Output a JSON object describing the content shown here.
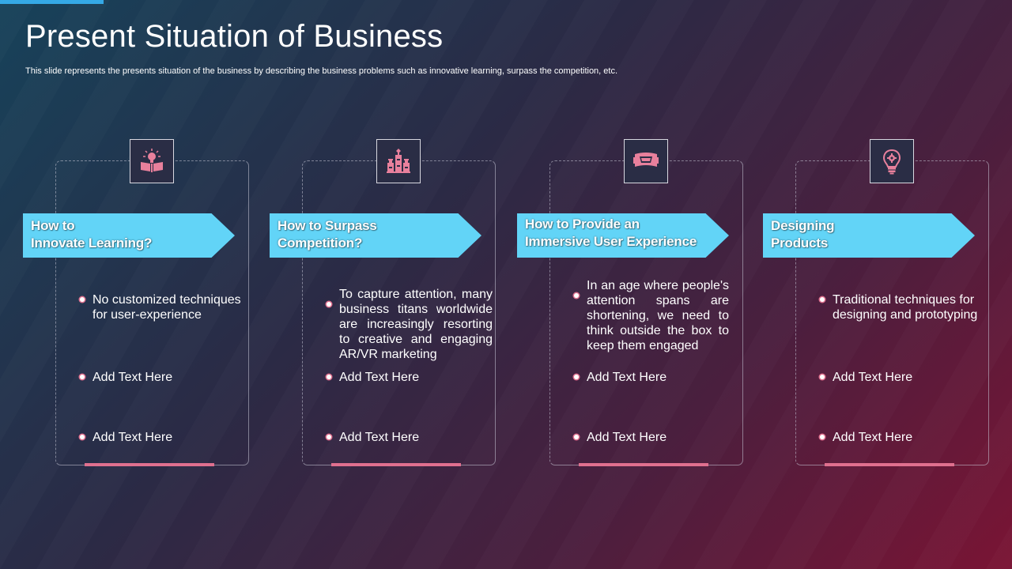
{
  "slide": {
    "title": "Present Situation of Business",
    "subtitle": "This slide represents the presents situation of the business by describing the business problems such as innovative learning, surpass the competition, etc."
  },
  "colors": {
    "accent_blue": "#62d4f7",
    "accent_pink": "#e0708f",
    "top_bar": "#35a9e6"
  },
  "cards": [
    {
      "icon": "book-lightbulb-icon",
      "heading": "How to\nInnovate Learning?",
      "main_text": "No customized techniques for user-experience",
      "extra": [
        "Add Text Here",
        "Add Text Here"
      ]
    },
    {
      "icon": "chess-pieces-icon",
      "heading": "How to Surpass\nCompetition?",
      "main_text": "To capture attention, many business titans worldwide are increasingly resorting to creative and engaging AR/VR marketing",
      "extra": [
        "Add Text Here",
        "Add Text Here"
      ]
    },
    {
      "icon": "vr-headset-icon",
      "heading": "How to Provide an\nImmersive User Experience",
      "main_text": "In an age where people's attention spans are shortening, we need to think outside the box to keep them engaged",
      "extra": [
        "Add Text Here",
        "Add Text Here"
      ]
    },
    {
      "icon": "lightbulb-gear-icon",
      "heading": "Designing\nProducts",
      "main_text": "Traditional techniques for designing and prototyping",
      "extra": [
        "Add Text Here",
        "Add Text Here"
      ]
    }
  ]
}
